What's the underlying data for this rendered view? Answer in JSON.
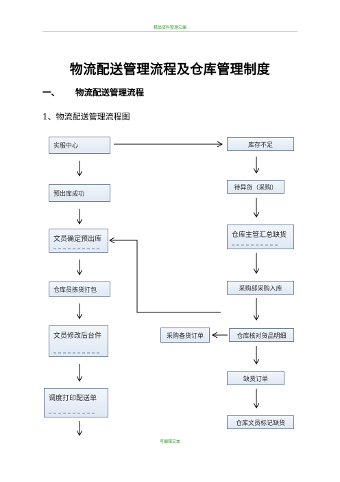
{
  "header": {
    "text": "精品资料整理汇编"
  },
  "title": "物流配送管理流程及仓库管理制度",
  "section1": {
    "number": "一、",
    "text": "物流配送管理流程"
  },
  "subsection1": {
    "text": "1、物流配送管理流程图"
  },
  "boxes_left": [
    {
      "id": "L1",
      "label": "实服中心"
    },
    {
      "id": "L2",
      "label": "预出库成功"
    },
    {
      "id": "L3",
      "label": "文员确定预出库"
    },
    {
      "id": "L4",
      "label": "仓库员拣货打包"
    },
    {
      "id": "L5",
      "label": "文员修改后台件"
    },
    {
      "id": "L6",
      "label": "调度打印配送单"
    }
  ],
  "boxes_right": [
    {
      "id": "R1",
      "label": "库存不足"
    },
    {
      "id": "R2",
      "label": "待异货（采购）"
    },
    {
      "id": "R3",
      "label": "仓库主管汇总缺货"
    },
    {
      "id": "R4",
      "label": "采购部采购入库"
    },
    {
      "id": "R5",
      "label": "仓库核对货品明细"
    },
    {
      "id": "R6",
      "label": "缺货订单"
    },
    {
      "id": "R7",
      "label": "仓库文员标记缺货"
    }
  ],
  "box_side": {
    "id": "S1",
    "label": "采购备货订单"
  },
  "footer": {
    "text": "可编辑文本"
  }
}
